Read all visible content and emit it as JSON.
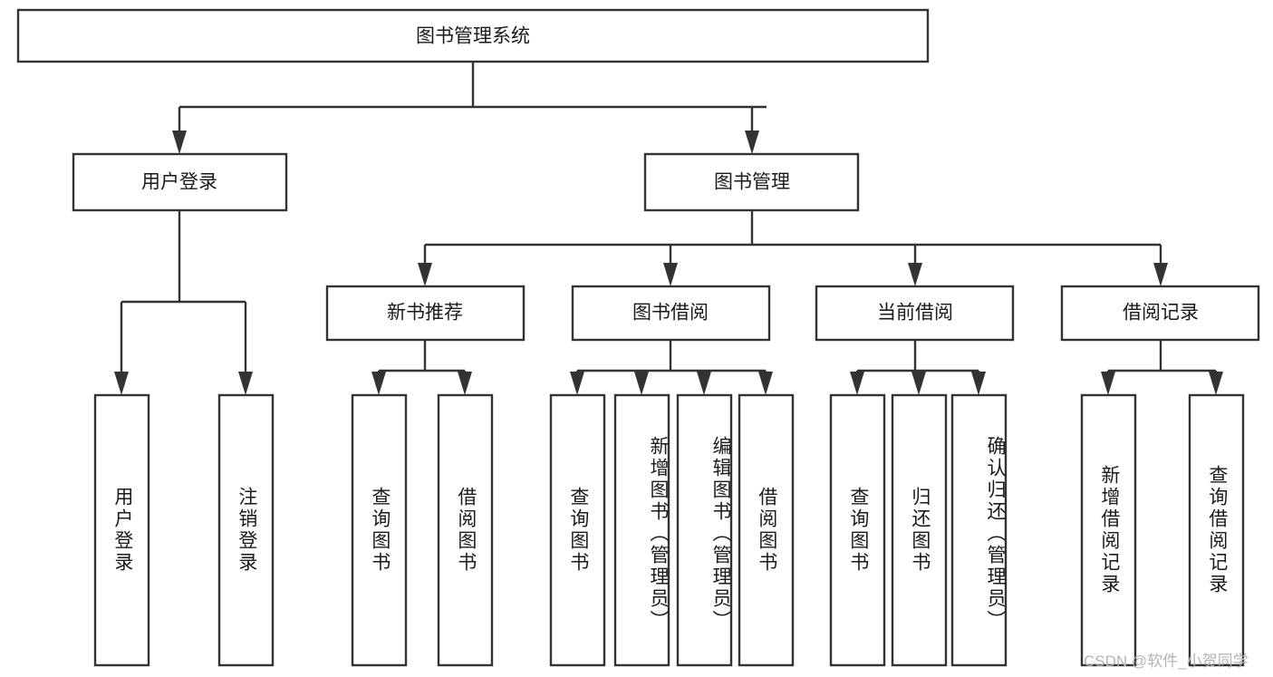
{
  "diagram": {
    "title_node": {
      "label": "图书管理系统"
    },
    "level2": [
      {
        "label": "用户登录"
      },
      {
        "label": "图书管理"
      }
    ],
    "level3": [
      {
        "label": "新书推荐"
      },
      {
        "label": "图书借阅"
      },
      {
        "label": "当前借阅"
      },
      {
        "label": "借阅记录"
      }
    ],
    "leaves": {
      "user_login_group": [
        {
          "label": "用户登录"
        },
        {
          "label": "注销登录"
        }
      ],
      "new_book_group": [
        {
          "label": "查询图书"
        },
        {
          "label": "借阅图书"
        }
      ],
      "borrow_group": [
        {
          "label": "查询图书"
        },
        {
          "label": "新增图书（管理员）"
        },
        {
          "label": "编辑图书（管理员）"
        },
        {
          "label": "借阅图书"
        }
      ],
      "current_group": [
        {
          "label": "查询图书"
        },
        {
          "label": "归还图书"
        },
        {
          "label": "确认归还（管理员）"
        }
      ],
      "record_group": [
        {
          "label": "新增借阅记录"
        },
        {
          "label": "查询借阅记录"
        }
      ]
    }
  },
  "watermark": {
    "text": "CSDN @软件_小贺同学"
  },
  "colors": {
    "stroke": "#333333",
    "box_fill": "#ffffff",
    "text": "#1a1a1a",
    "watermark": "#b4b4b4"
  }
}
